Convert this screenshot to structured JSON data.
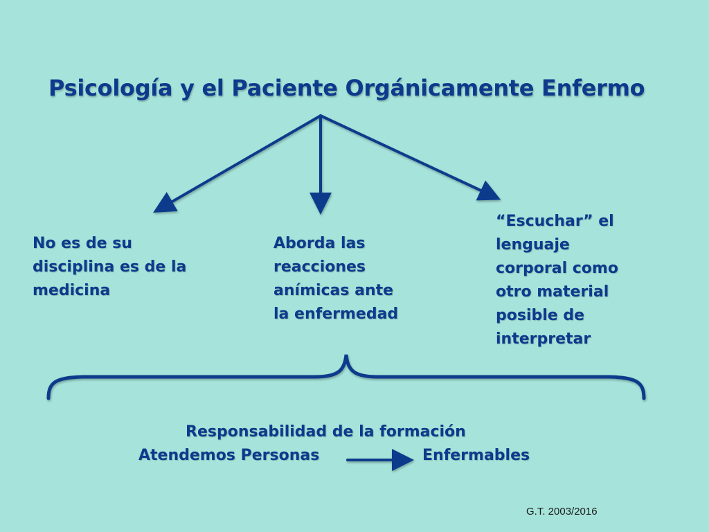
{
  "slide": {
    "title": "Psicología y el Paciente Orgánicamente Enfermo",
    "branches": [
      {
        "lines": [
          "No es de su",
          "disciplina es de la",
          "medicina"
        ]
      },
      {
        "lines": [
          "Aborda las",
          "reacciones",
          "anímicas ante",
          "la enfermedad"
        ]
      },
      {
        "lines": [
          "“Escuchar” el",
          "lenguaje",
          "corporal como",
          "otro material",
          "posible de",
          "interpretar"
        ]
      }
    ],
    "bottom": {
      "line1": "Responsabilidad de la formación",
      "line2_left": "Atendemos Personas",
      "line2_right": "Enfermables"
    },
    "credit": "G.T. 2003/2016",
    "colors": {
      "background": "#a6e4db",
      "text": "#0d3a8c",
      "arrow": "#0d3a8c"
    }
  }
}
